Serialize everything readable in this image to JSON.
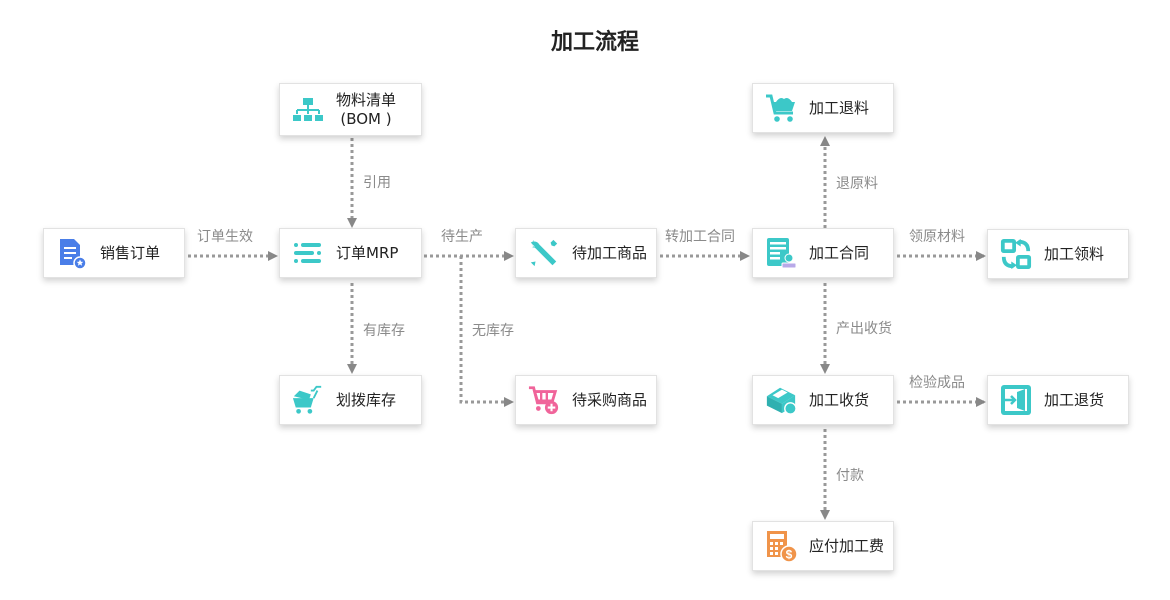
{
  "title": "加工流程",
  "colors": {
    "teal": "#3cc8c8",
    "blue": "#4a7ee8",
    "pink": "#f0649a",
    "orange": "#f0944a",
    "arrow": "#888888"
  },
  "nodes": {
    "sales_order": {
      "label": "销售订单",
      "icon": "document-star-icon"
    },
    "bom": {
      "label_line1": "物料清单",
      "label_line2": "(BOM )",
      "icon": "hierarchy-icon"
    },
    "order_mrp": {
      "label": "订单MRP",
      "icon": "list-icon"
    },
    "transfer_stock": {
      "label": "划拨库存",
      "icon": "cart-full-icon"
    },
    "to_process_goods": {
      "label": "待加工商品",
      "icon": "tools-icon"
    },
    "to_purchase_goods": {
      "label": "待采购商品",
      "icon": "cart-add-icon"
    },
    "processing_contract": {
      "label": "加工合同",
      "icon": "contract-stamp-icon"
    },
    "processing_return_material": {
      "label": "加工退料",
      "icon": "cart-icon"
    },
    "processing_pick_material": {
      "label": "加工领料",
      "icon": "exchange-icon"
    },
    "processing_receipt": {
      "label": "加工收货",
      "icon": "box-icon"
    },
    "processing_return_goods": {
      "label": "加工退货",
      "icon": "import-icon"
    },
    "payable_processing_fee": {
      "label": "应付加工费",
      "icon": "calculator-dollar-icon"
    }
  },
  "edges": {
    "order_create": "订单生效",
    "reference": "引用",
    "to_produce": "待生产",
    "in_stock": "有库存",
    "out_of_stock": "无库存",
    "to_contract": "转加工合同",
    "return_raw": "退原料",
    "pick_raw": "领原材料",
    "output_receipt": "产出收货",
    "inspect_product": "检验成品",
    "payment": "付款"
  }
}
